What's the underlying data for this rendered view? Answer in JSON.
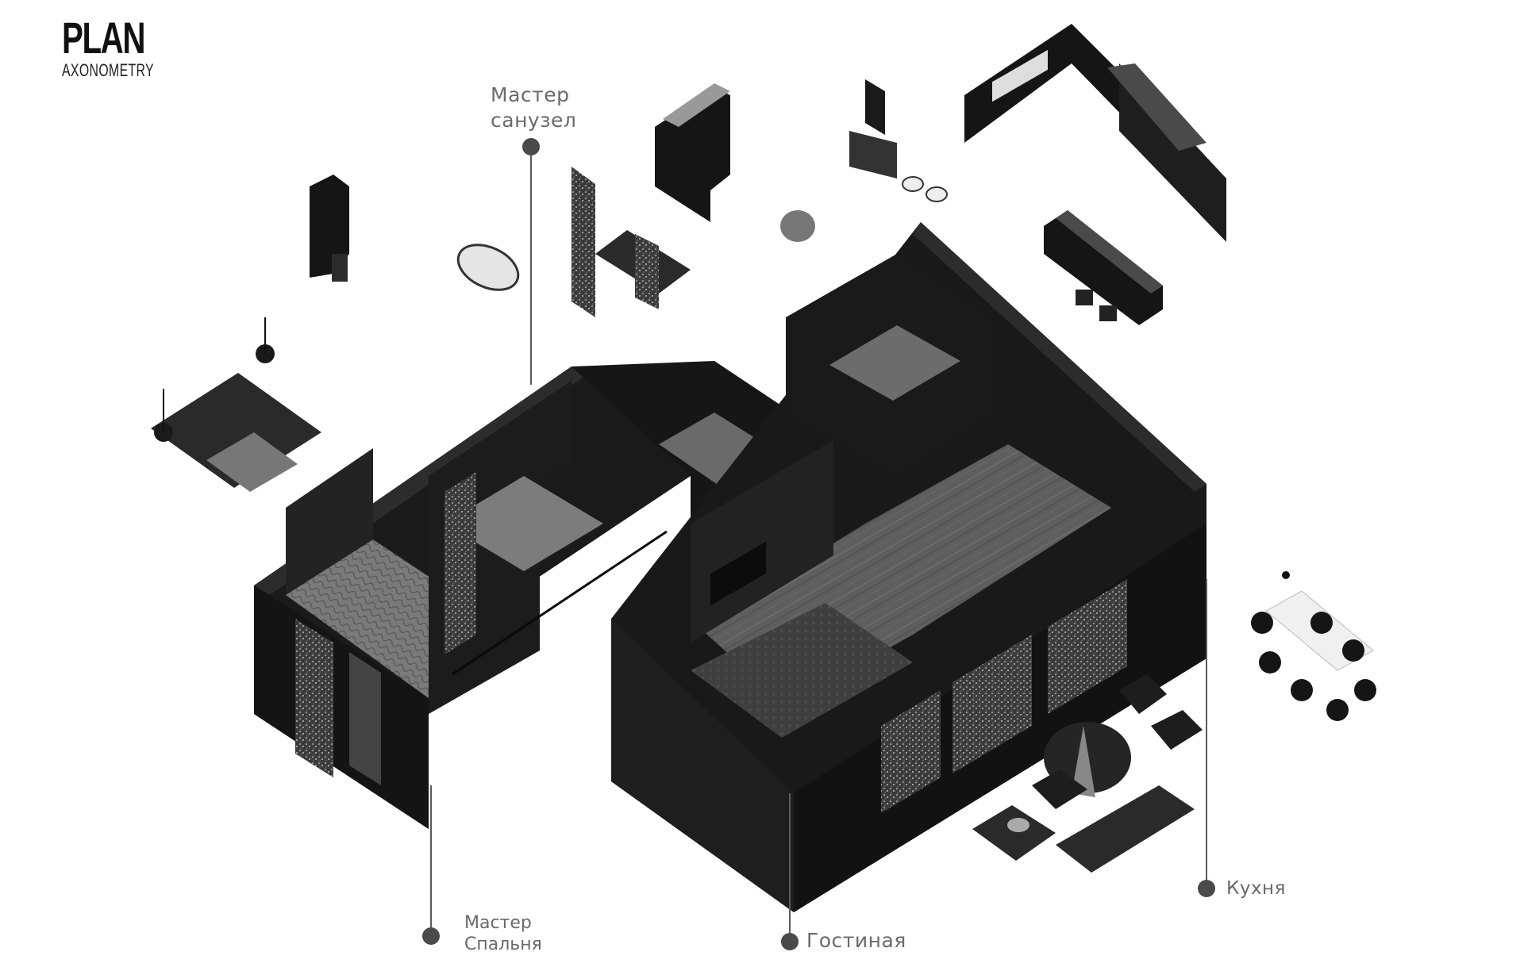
{
  "header": {
    "title": "PLAN",
    "subtitle": "AXONOMETRY"
  },
  "rooms": [
    {
      "id": "master-bath",
      "lines": [
        "Мастер",
        "санузел"
      ]
    },
    {
      "id": "master-bedroom",
      "lines": [
        "Мастер",
        "Спальня"
      ]
    },
    {
      "id": "living-room",
      "lines": [
        "Гостиная"
      ]
    },
    {
      "id": "kitchen",
      "lines": [
        "Кухня"
      ]
    }
  ],
  "colors": {
    "wall": "#141414",
    "wall_side": "#1e1e1e",
    "wall_top": "#2a2a2a",
    "floor": "#5a5a5a",
    "leader": "#5a5a5a",
    "dot": "#4a4a4a",
    "label": "#6a6a6a"
  }
}
